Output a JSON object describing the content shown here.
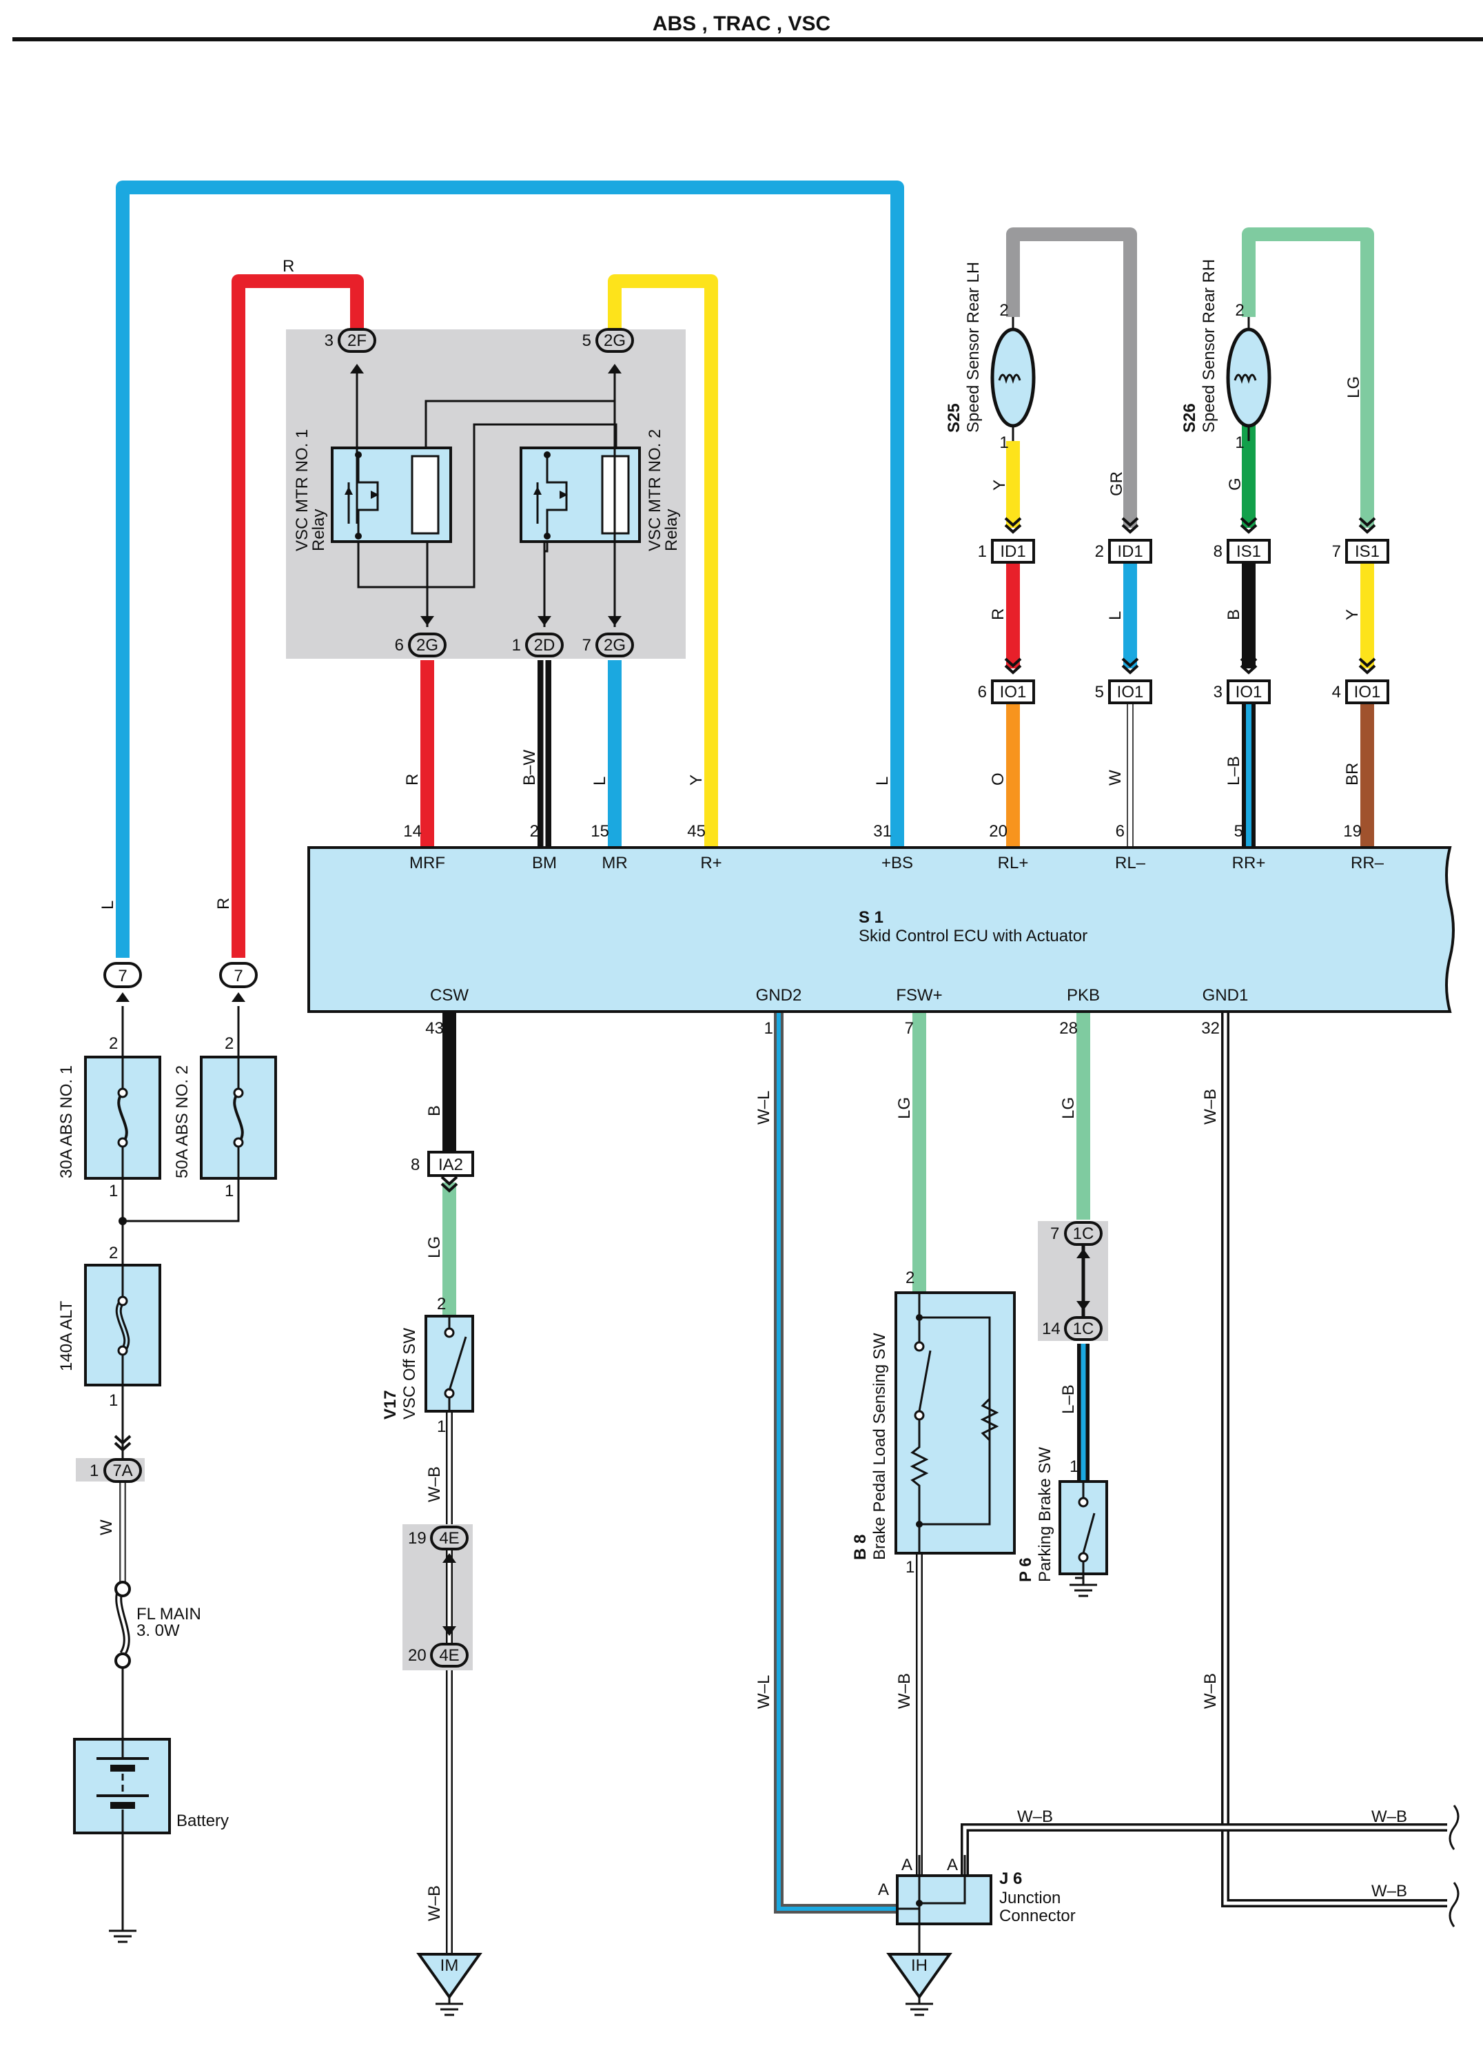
{
  "page_title": "ABS , TRAC , VSC",
  "ecu": {
    "code": "S 1",
    "name": "Skid Control ECU with Actuator",
    "top_pins": [
      {
        "label": "MRF",
        "pin": "14",
        "wire": "R"
      },
      {
        "label": "BM",
        "pin": "2",
        "wire": "B–W"
      },
      {
        "label": "MR",
        "pin": "15",
        "wire": "L"
      },
      {
        "label": "R+",
        "pin": "45",
        "wire": "Y"
      },
      {
        "label": "+BS",
        "pin": "31",
        "wire": "L"
      },
      {
        "label": "RL+",
        "pin": "20",
        "wire": "O"
      },
      {
        "label": "RL–",
        "pin": "6",
        "wire": "W"
      },
      {
        "label": "RR+",
        "pin": "5",
        "wire": "L–B"
      },
      {
        "label": "RR–",
        "pin": "19",
        "wire": "BR"
      }
    ],
    "bottom_pins": [
      {
        "label": "CSW",
        "pin": "43",
        "wire": "B"
      },
      {
        "label": "GND2",
        "pin": "1",
        "wire": "W–L"
      },
      {
        "label": "FSW+",
        "pin": "7",
        "wire": "LG"
      },
      {
        "label": "PKB",
        "pin": "28",
        "wire": "LG"
      },
      {
        "label": "GND1",
        "pin": "32",
        "wire": "W–B"
      }
    ]
  },
  "relays": {
    "no1": {
      "line1": "VSC MTR NO. 1",
      "line2": "Relay"
    },
    "no2": {
      "line1": "VSC MTR NO. 2",
      "line2": "Relay"
    }
  },
  "relay_connectors": [
    {
      "pin": "3",
      "conn": "2F"
    },
    {
      "pin": "5",
      "conn": "2G"
    },
    {
      "pin": "6",
      "conn": "2G"
    },
    {
      "pin": "1",
      "conn": "2D"
    },
    {
      "pin": "7",
      "conn": "2G"
    }
  ],
  "relay_wire_top_r": "R",
  "sensors": {
    "lh": {
      "code": "S25",
      "name": "Speed Sensor Rear LH",
      "pin_top": "2",
      "pin_bot": "1",
      "wire_a": "Y",
      "wire_b": "GR"
    },
    "rh": {
      "code": "S26",
      "name": "Speed Sensor Rear RH",
      "pin_top": "2",
      "pin_bot": "1",
      "wire_a": "G",
      "wire_b": "LG"
    }
  },
  "inline_connectors": [
    {
      "pin": "1",
      "conn": "ID1",
      "wire_below": "R"
    },
    {
      "pin": "2",
      "conn": "ID1",
      "wire_below": "L"
    },
    {
      "pin": "8",
      "conn": "IS1",
      "wire_below": "B"
    },
    {
      "pin": "7",
      "conn": "IS1",
      "wire_below": "Y"
    },
    {
      "pin": "6",
      "conn": "IO1"
    },
    {
      "pin": "5",
      "conn": "IO1"
    },
    {
      "pin": "3",
      "conn": "IO1"
    },
    {
      "pin": "4",
      "conn": "IO1"
    }
  ],
  "fuse_side": {
    "wire_l": "L",
    "wire_r": "R",
    "conn7": "7",
    "fuse1": {
      "name": "30A ABS NO. 1",
      "top": "2",
      "bot": "1"
    },
    "fuse2": {
      "name": "50A ABS NO. 2",
      "top": "2",
      "bot": "1"
    },
    "alt": {
      "name": "140A ALT",
      "top": "2",
      "bot": "1"
    },
    "conn7a": {
      "pin": "1",
      "conn": "7A"
    },
    "wire_w": "W",
    "fl_main_1": "FL MAIN",
    "fl_main_2": "3. 0W",
    "battery": "Battery"
  },
  "vsc_off": {
    "ia2_pin": "8",
    "ia2": "IA2",
    "wire_lg": "LG",
    "code": "V17",
    "name": "VSC Off SW",
    "pin_top": "2",
    "pin_bot": "1",
    "wire_wb": "W–B",
    "c4e_a": {
      "pin": "19",
      "conn": "4E"
    },
    "c4e_b": {
      "pin": "20",
      "conn": "4E"
    },
    "wire_wb2": "W–B",
    "ground": "IM"
  },
  "brake_pedal": {
    "code": "B 8",
    "name": "Brake Pedal Load Sensing SW",
    "pin_top": "2",
    "pin_bot": "1",
    "wire_bot": "W–B"
  },
  "parking": {
    "c1c_a": {
      "pin": "7",
      "conn": "1C"
    },
    "c1c_b": {
      "pin": "14",
      "conn": "1C"
    },
    "wire_lb": "L–B",
    "code": "P 6",
    "name": "Parking Brake SW",
    "pin": "1"
  },
  "gnd2_wire_lower": "W–L",
  "gnd1_wire_lower": "W–B",
  "junction": {
    "code": "J 6",
    "line1": "Junction",
    "line2": "Connector",
    "pin_a": "A",
    "ground": "IH"
  },
  "right_wires": [
    "W–B",
    "W–B"
  ],
  "colors": {
    "blue": "#1ba8e0",
    "red": "#e8202a",
    "yellow": "#fde31b",
    "gray": "#9a9a9c",
    "green": "#7fcba0",
    "dkgreen": "#12a04a",
    "orange": "#f7941e",
    "brown": "#a0522d",
    "comp": "#bfe6f6",
    "shade": "#d4d4d6"
  }
}
